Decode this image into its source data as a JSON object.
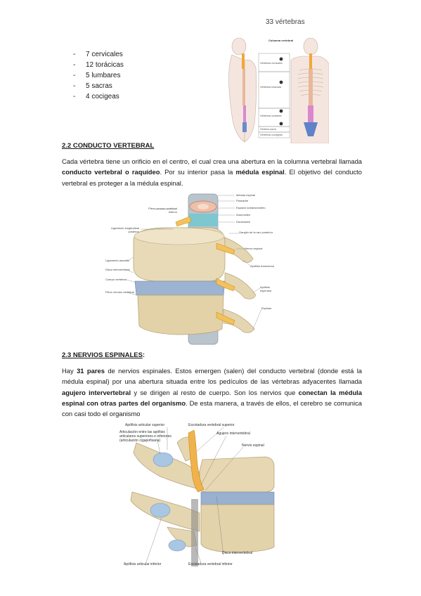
{
  "vertebra_list": [
    "7 cervicales",
    "12 torácicas",
    "5 lumbares",
    "5 sacras",
    "4 cocigeas"
  ],
  "list_marker": "-",
  "figure1": {
    "title": "33 vértebras",
    "subtitle": "Columna vertebral",
    "labels": [
      "Vértebras cervicales",
      "Vértebras torácicas",
      "Vértebras lumbares",
      "Vértebra sacra",
      "Vértebras coccígeas"
    ]
  },
  "section_2_2": {
    "heading": "2.2 CONDUCTO VERTEBRAL",
    "p1": "Cada vértebra tiene un orificio en el centro, el cual crea una abertura en la columna vertebral llamada ",
    "b1": "conducto vertebral o raquídeo",
    "p2": ". Por su interior pasa la ",
    "b2": "médula espinal",
    "p3": ". El objetivo del conducto vertebral es proteger a la médula espinal."
  },
  "figure2": {
    "labels_right": [
      "Médula espinal",
      "Piamadre",
      "Espacio subaracnoideo",
      "Aracnoides",
      "Duramadre",
      "Ganglio de la raíz posterior",
      "Nervio espinal",
      "Apófisis transversa",
      "Apófisis espinosa",
      "Espinas"
    ],
    "labels_left": [
      "Plexo venoso vertebral interno",
      "Ligamento longitudinal posterior",
      "Ligamento amarillo",
      "Disco intervertebral",
      "Cuerpo vertebral",
      "Plexo venoso vertebral"
    ]
  },
  "section_2_3": {
    "heading": "2.3 NERVIOS ESPINALES",
    "heading_suffix": ":",
    "p1": "Hay ",
    "b1": "31 pares",
    "p2": " de nervios espinales.  Estos emergen (salen) del conducto vertebral (donde está la médula espinal) por una abertura situada entre los pedículos de las vértebras adyacentes llamada ",
    "b2": "agujero intervertebral",
    "p3": " y se dirigen al resto de cuerpo. Son los nervios que ",
    "b3": "conectan la médula espinal con otras partes del organismo",
    "p4": ". De esta manera, a través de ellos, el cerebro se comunica con casi todo el organismo"
  },
  "figure3": {
    "label_apofisis_sup": "Apófisis articular superior",
    "label_articulacion": "Articulación entre las apófisis articulares superiores e inferiores (articulación cigapofisaria)",
    "label_escotadura_sup": "Escotadura vertebral superior",
    "label_agujero": "Agujero intervertebral",
    "label_nervio": "Nervio espinal",
    "label_disco": "Disco intervertebral",
    "label_apofisis_inf": "Apófisis articular inferior",
    "label_escotadura_inf": "Escotadura vertebral inferior"
  }
}
